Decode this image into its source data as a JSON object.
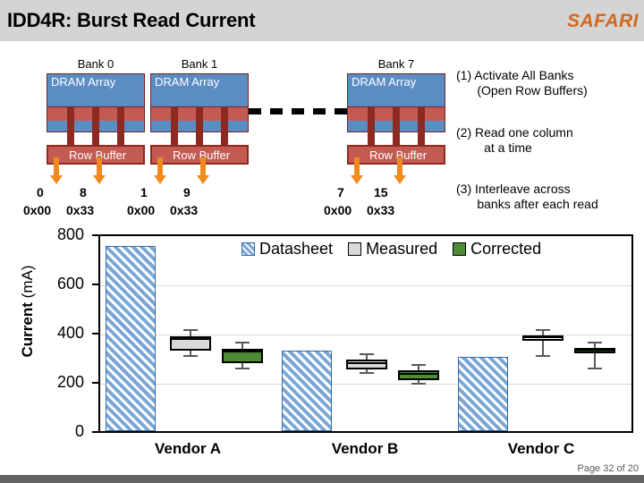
{
  "header": {
    "title": "IDD4R: Burst Read Current",
    "logo": "SAFARI"
  },
  "diagram": {
    "banks": [
      {
        "title": "Bank 0",
        "array_label": "DRAM Array",
        "row_buffer_label": "Row Buffer",
        "columns": [
          {
            "num": "0",
            "hex": "0x00"
          },
          {
            "num": "8",
            "hex": "0x33"
          }
        ]
      },
      {
        "title": "Bank 1",
        "array_label": "DRAM Array",
        "row_buffer_label": "Row Buffer",
        "columns": [
          {
            "num": "1",
            "hex": "0x00"
          },
          {
            "num": "9",
            "hex": "0x33"
          }
        ]
      },
      {
        "title": "Bank 7",
        "array_label": "DRAM Array",
        "row_buffer_label": "Row Buffer",
        "columns": [
          {
            "num": "7",
            "hex": "0x00"
          },
          {
            "num": "15",
            "hex": "0x33"
          }
        ]
      }
    ],
    "steps": [
      "(1) Activate All Banks\n      (Open Row Buffers)",
      "(2) Read one column\n        at a time",
      "(3) Interleave across\n      banks after each read"
    ]
  },
  "chart_data": {
    "type": "bar",
    "title": "",
    "xlabel": "",
    "ylabel": "Current (mA)",
    "ylabel_bold_part": "Current",
    "ylabel_light_part": "(mA)",
    "categories": [
      "Vendor A",
      "Vendor B",
      "Vendor C"
    ],
    "ylim": [
      0,
      800
    ],
    "yticks": [
      0,
      200,
      400,
      600,
      800
    ],
    "grid": true,
    "legend_position": "top-right",
    "legend": [
      "Datasheet",
      "Measured",
      "Corrected"
    ],
    "colors": {
      "datasheet": "#7ba7d7",
      "measured": "#d9d9d9",
      "corrected": "#4e8b36",
      "grid": "#d9d9d9",
      "axis": "#000000"
    },
    "series": [
      {
        "name": "Datasheet",
        "kind": "bar",
        "values": [
          747,
          327,
          302
        ]
      },
      {
        "name": "Measured",
        "kind": "box",
        "boxes": [
          {
            "category": "Vendor A",
            "min": 334,
            "q1": 363,
            "median": 412,
            "q3": 418,
            "max": 429
          },
          {
            "category": "Vendor B",
            "min": 288,
            "q1": 297,
            "median": 313,
            "q3": 320,
            "max": 334
          },
          {
            "category": "Vendor C",
            "min": 312,
            "q1": 351,
            "median": 356,
            "q3": 359,
            "max": 367
          }
        ]
      },
      {
        "name": "Corrected",
        "kind": "box",
        "boxes": [
          {
            "category": "Vendor A",
            "min": 284,
            "q1": 313,
            "median": 362,
            "q3": 368,
            "max": 378
          },
          {
            "category": "Vendor B",
            "min": 238,
            "q1": 247,
            "median": 263,
            "q3": 270,
            "max": 284
          },
          {
            "category": "Vendor C",
            "min": 262,
            "q1": 288,
            "median": 296,
            "q3": 300,
            "max": 312
          }
        ]
      }
    ]
  },
  "footer": {
    "page": "Page 32 of 20"
  }
}
